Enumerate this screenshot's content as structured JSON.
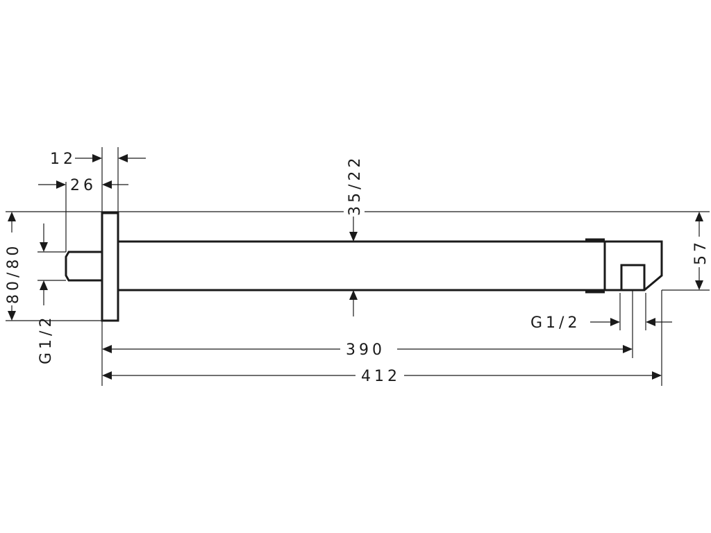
{
  "drawing": {
    "line_color": "#1a1a1a",
    "background": "#ffffff",
    "dimensions": {
      "flange_thickness": "12",
      "inlet_length": "26",
      "arm_section": "35/22",
      "flange_size": "80/80",
      "inlet_thread": "G1/2",
      "outlet_thread": "G1/2",
      "arm_height": "57",
      "outlet_distance": "390",
      "total_length": "412"
    }
  }
}
